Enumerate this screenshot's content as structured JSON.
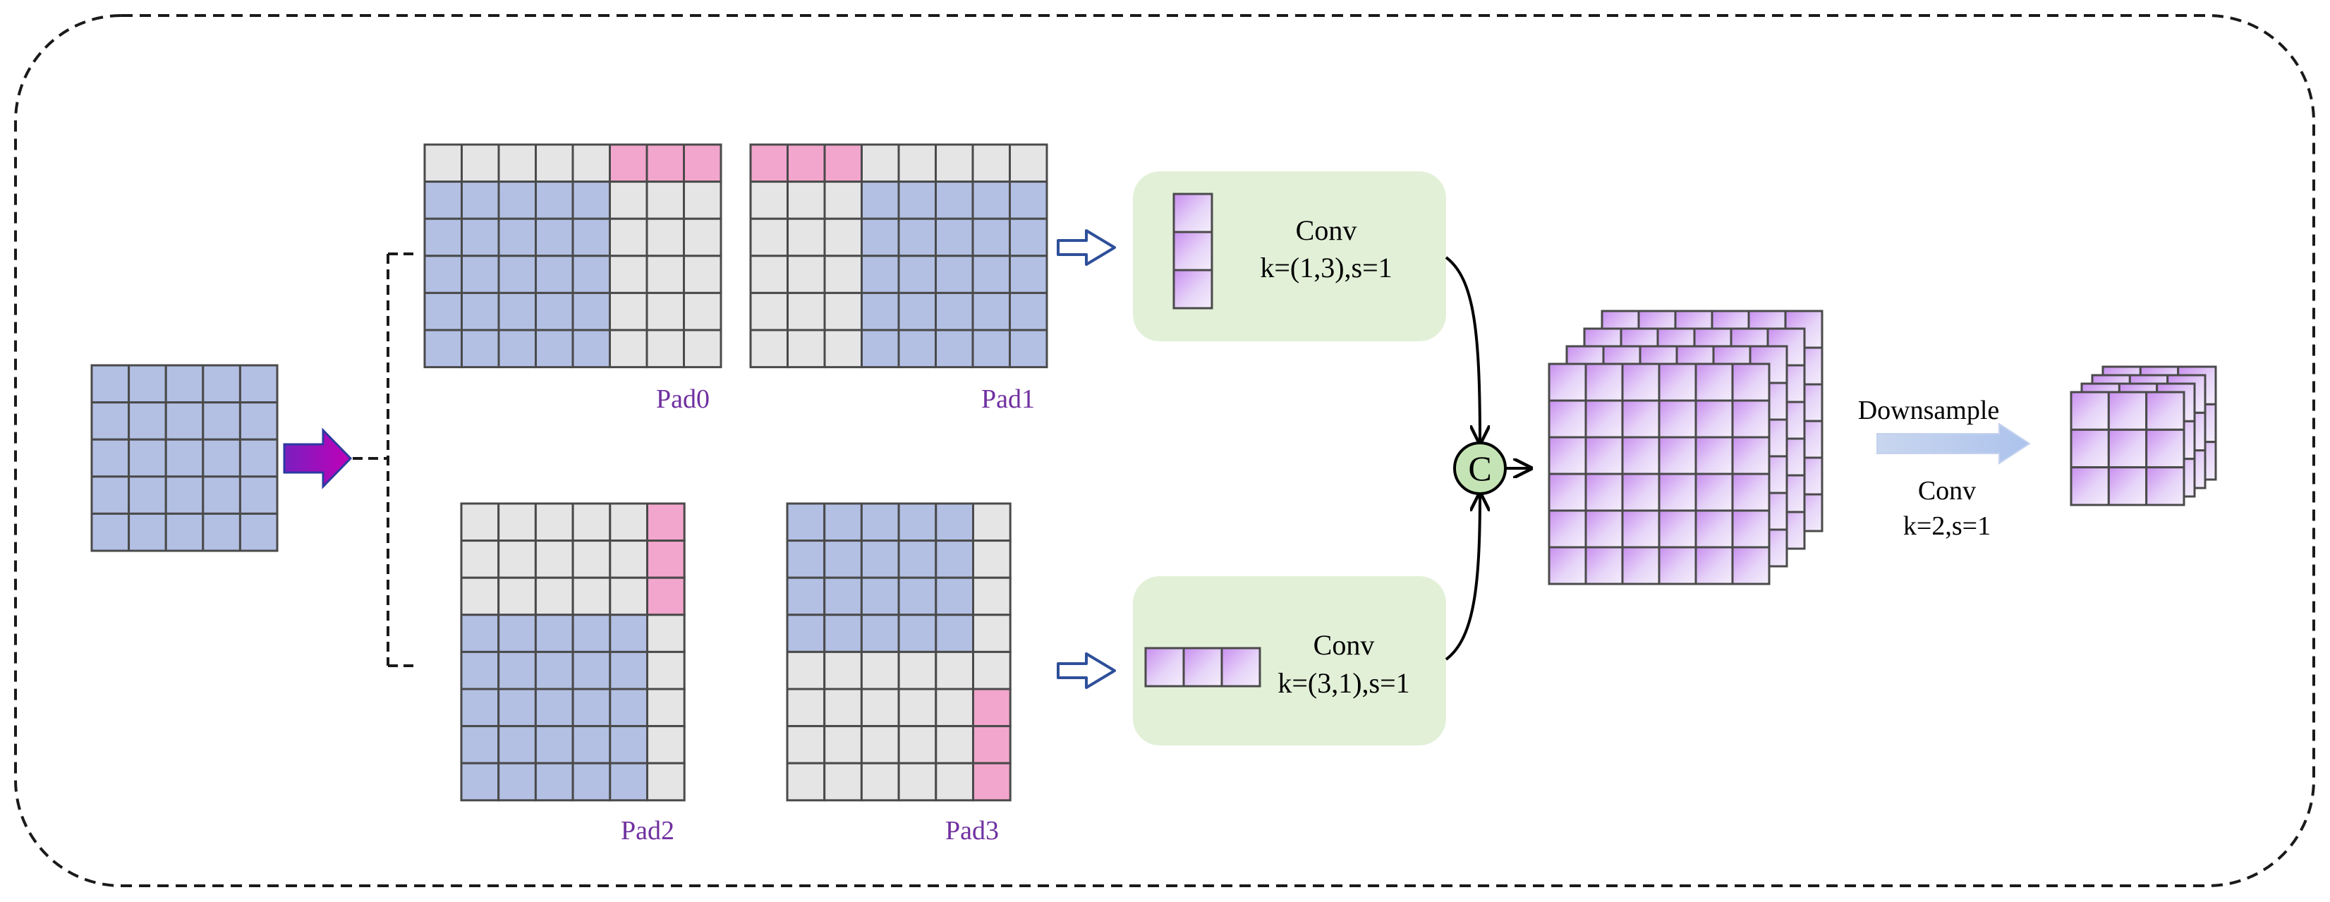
{
  "diagram": {
    "pad_labels": [
      "Pad0",
      "Pad1",
      "Pad2",
      "Pad3"
    ],
    "conv_top": {
      "title": "Conv",
      "params": "k=(1,3),s=1"
    },
    "conv_bottom": {
      "title": "Conv",
      "params": "k=(3,1),s=1"
    },
    "concat_symbol": "C",
    "downsample_label": "Downsample",
    "downsample_conv": {
      "title": "Conv",
      "params": "k=2,s=1"
    }
  },
  "colors": {
    "blue_cell": "#b3c0e4",
    "gray_cell": "#e5e5e5",
    "pink_cell": "#f3a6cd",
    "conv_box": "#e2f0d8",
    "concat_circle": "#c5e4b5",
    "pad_label": "#7030a0",
    "arrow_start": "#6a1fb1",
    "arrow_end": "#c000c0",
    "outline": "#4a4a4a"
  }
}
